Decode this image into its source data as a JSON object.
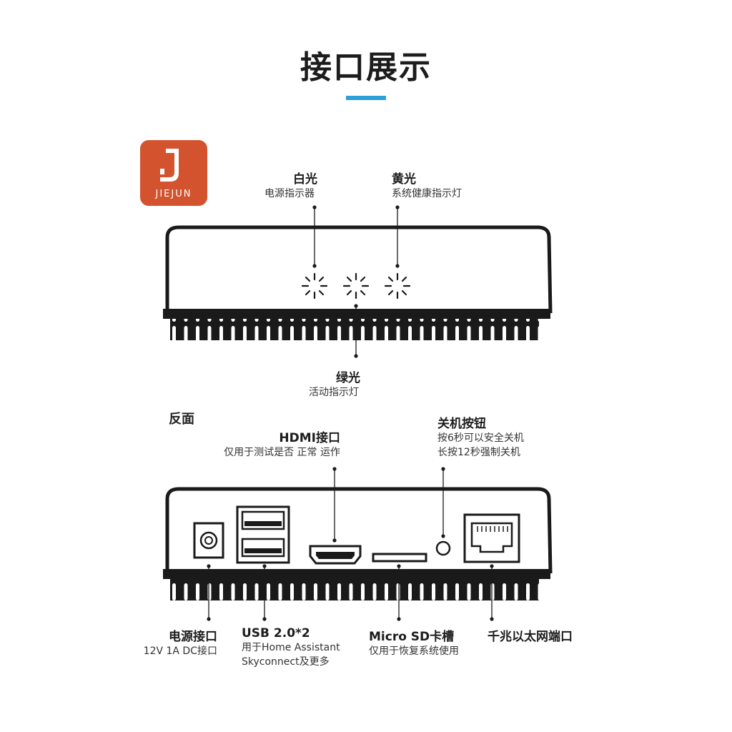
{
  "page_title": "接口展示",
  "logo": {
    "text": "JIEJUN",
    "color": "#d3532f"
  },
  "colors": {
    "accent": "#2d9fda",
    "device": "#1a1a1a"
  },
  "front": {
    "indicators": [
      {
        "title": "白光",
        "desc": "电源指示器"
      },
      {
        "title": "黄光",
        "desc": "系统健康指示灯"
      },
      {
        "title": "绿光",
        "desc": "活动指示灯"
      }
    ]
  },
  "back": {
    "section_label": "反面",
    "hdmi": {
      "title": "HDMI接口",
      "desc": "仅用于测试是否 正常 运作"
    },
    "power_button": {
      "title": "关机按钮",
      "desc_lines": [
        "按6秒可以安全关机",
        "长按12秒强制关机"
      ]
    },
    "power_port": {
      "title": "电源接口",
      "desc": "12V 1A DC接口"
    },
    "usb": {
      "title": "USB 2.0*2",
      "desc_lines": [
        "用于Home Assistant",
        "Skyconnect及更多"
      ]
    },
    "microsd": {
      "title": "Micro SD卡槽",
      "desc": "仅用于恢复系统使用"
    },
    "ethernet": {
      "title": "千兆以太网端口"
    }
  }
}
